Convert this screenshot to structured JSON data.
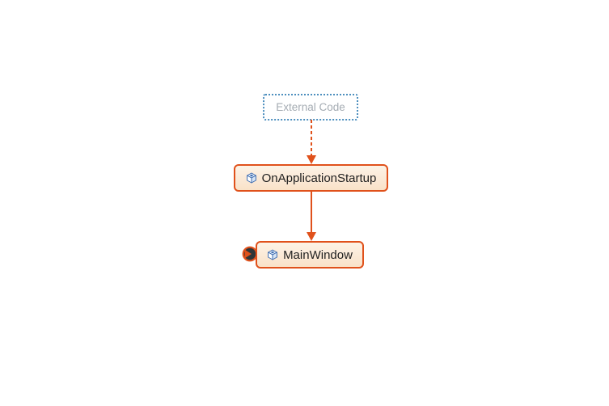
{
  "diagram": {
    "kind": "code-map-call-graph",
    "background": "#ffffff",
    "colors": {
      "accent_orange": "#e0511b",
      "method_fill_top": "#fdf3e6",
      "method_fill_bottom": "#f9e2c8",
      "external_border_blue": "#4d8fbe",
      "external_text_gray": "#a5acb3",
      "method_text": "#1f1f1f",
      "badge_fill_dark": "#2f3638",
      "cube_icon_blue": "#3e6cb0"
    },
    "nodes": [
      {
        "id": "external-code",
        "label": "External Code",
        "kind": "external-group",
        "icon": null
      },
      {
        "id": "on-application-startup",
        "label": "OnApplicationStartup",
        "kind": "method",
        "icon": "cube-method-icon"
      },
      {
        "id": "main-window",
        "label": "MainWindow",
        "kind": "method",
        "icon": "cube-method-icon",
        "badge": "collapsed-incoming-links-badge"
      }
    ],
    "edges": [
      {
        "from": "external-code",
        "to": "on-application-startup",
        "style": "dashed",
        "color": "#e0511b",
        "direction": "down"
      },
      {
        "from": "on-application-startup",
        "to": "main-window",
        "style": "solid",
        "color": "#e0511b",
        "direction": "down"
      }
    ]
  }
}
